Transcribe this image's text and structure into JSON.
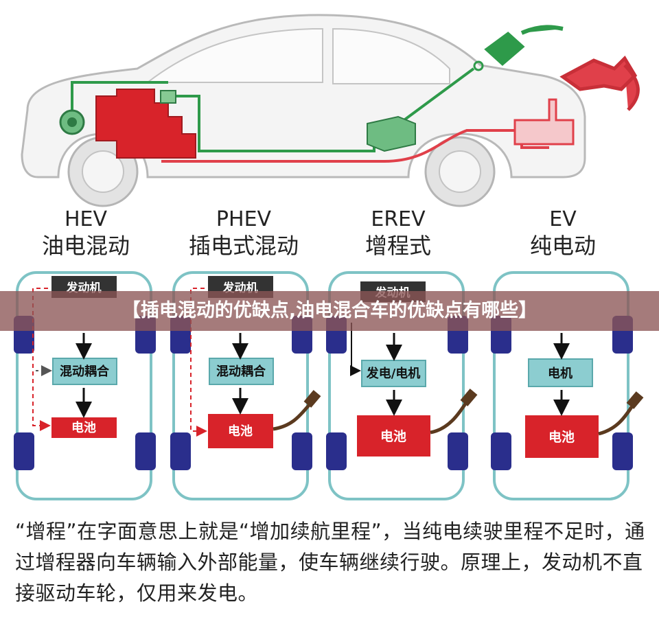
{
  "types": [
    {
      "en": "HEV",
      "cn": "油电混动"
    },
    {
      "en": "PHEV",
      "cn": "插电式混动"
    },
    {
      "en": "EREV",
      "cn": "增程式"
    },
    {
      "en": "EV",
      "cn": "纯电动"
    }
  ],
  "panels": [
    {
      "engine": "发动机",
      "coupling": "混动耦合",
      "battery": "电池"
    },
    {
      "engine": "发动机",
      "coupling": "混动耦合",
      "battery": "电池"
    },
    {
      "engine": "发动机",
      "generator": "发电/电机",
      "battery": "电池"
    },
    {
      "motor": "电机",
      "battery": "电池"
    }
  ],
  "banner": "【插电混动的优缺点,油电混合车的优缺点有哪些】",
  "caption": "“增程”在字面意思上就是“增加续航里程”，当纯电续驶里程不足时，通过增程器向车辆输入外部能量，使车辆继续行驶。原理上，发动机不直接驱动车轮，仅用来发电。",
  "colors": {
    "engine_red": "#d8232a",
    "electric_green": "#2e9a4a",
    "fuel_red": "#e0404a",
    "panel_border": "#7ec3c5",
    "wheel_blue": "#2a2e8c",
    "coupling_fill": "#8ccdd0",
    "banner_bg": "#8c5656"
  }
}
